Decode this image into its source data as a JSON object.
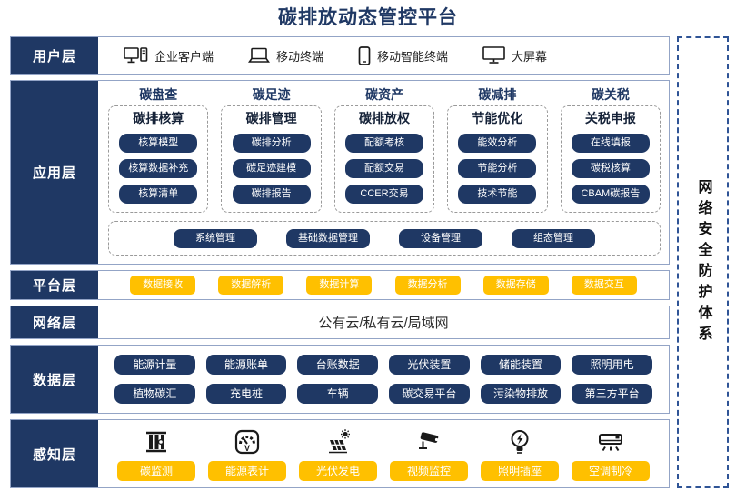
{
  "title": "碳排放动态管控平台",
  "colors": {
    "navy": "#1F3864",
    "orange": "#FFC000",
    "row_border": "#93A4C6",
    "dash_gray": "#9a9a9a",
    "security_border": "#2F5496"
  },
  "user_layer": {
    "label": "用户层",
    "items": [
      {
        "icon": "desktop-pc-icon",
        "label": "企业客户端"
      },
      {
        "icon": "laptop-icon",
        "label": "移动终端"
      },
      {
        "icon": "smartphone-icon",
        "label": "移动智能终端"
      },
      {
        "icon": "big-screen-icon",
        "label": "大屏幕"
      }
    ]
  },
  "app_layer": {
    "label": "应用层",
    "groups": [
      {
        "header": "碳盘查",
        "subtitle": "碳排核算",
        "items": [
          "核算模型",
          "核算数据补充",
          "核算清单"
        ]
      },
      {
        "header": "碳足迹",
        "subtitle": "碳排管理",
        "items": [
          "碳排分析",
          "碳足迹建模",
          "碳排报告"
        ]
      },
      {
        "header": "碳资产",
        "subtitle": "碳排放权",
        "items": [
          "配额考核",
          "配额交易",
          "CCER交易"
        ]
      },
      {
        "header": "碳减排",
        "subtitle": "节能优化",
        "items": [
          "能效分析",
          "节能分析",
          "技术节能"
        ]
      },
      {
        "header": "碳关税",
        "subtitle": "关税申报",
        "items": [
          "在线填报",
          "碳税核算",
          "CBAM碳报告"
        ]
      }
    ],
    "common_items": [
      "系统管理",
      "基础数据管理",
      "设备管理",
      "组态管理"
    ]
  },
  "platform_layer": {
    "label": "平台层",
    "items": [
      "数据接收",
      "数据解析",
      "数据计算",
      "数据分析",
      "数据存储",
      "数据交互"
    ]
  },
  "network_layer": {
    "label": "网络层",
    "text": "公有云/私有云/局域网"
  },
  "data_layer": {
    "label": "数据层",
    "row1": [
      "能源计量",
      "能源账单",
      "台账数据",
      "光伏装置",
      "储能装置",
      "照明用电"
    ],
    "row2": [
      "植物碳汇",
      "充电桩",
      "车辆",
      "碳交易平台",
      "污染物排放",
      "第三方平台"
    ]
  },
  "perception_layer": {
    "label": "感知层",
    "items": [
      {
        "icon": "carbon-monitor-icon",
        "label": "碳监测"
      },
      {
        "icon": "energy-meter-icon",
        "label": "能源表计"
      },
      {
        "icon": "solar-panel-icon",
        "label": "光伏发电"
      },
      {
        "icon": "cctv-camera-icon",
        "label": "视频监控"
      },
      {
        "icon": "light-socket-icon",
        "label": "照明插座"
      },
      {
        "icon": "air-conditioner-icon",
        "label": "空调制冷"
      }
    ]
  },
  "security_sidebar": {
    "text": "网络安全防护体系"
  }
}
